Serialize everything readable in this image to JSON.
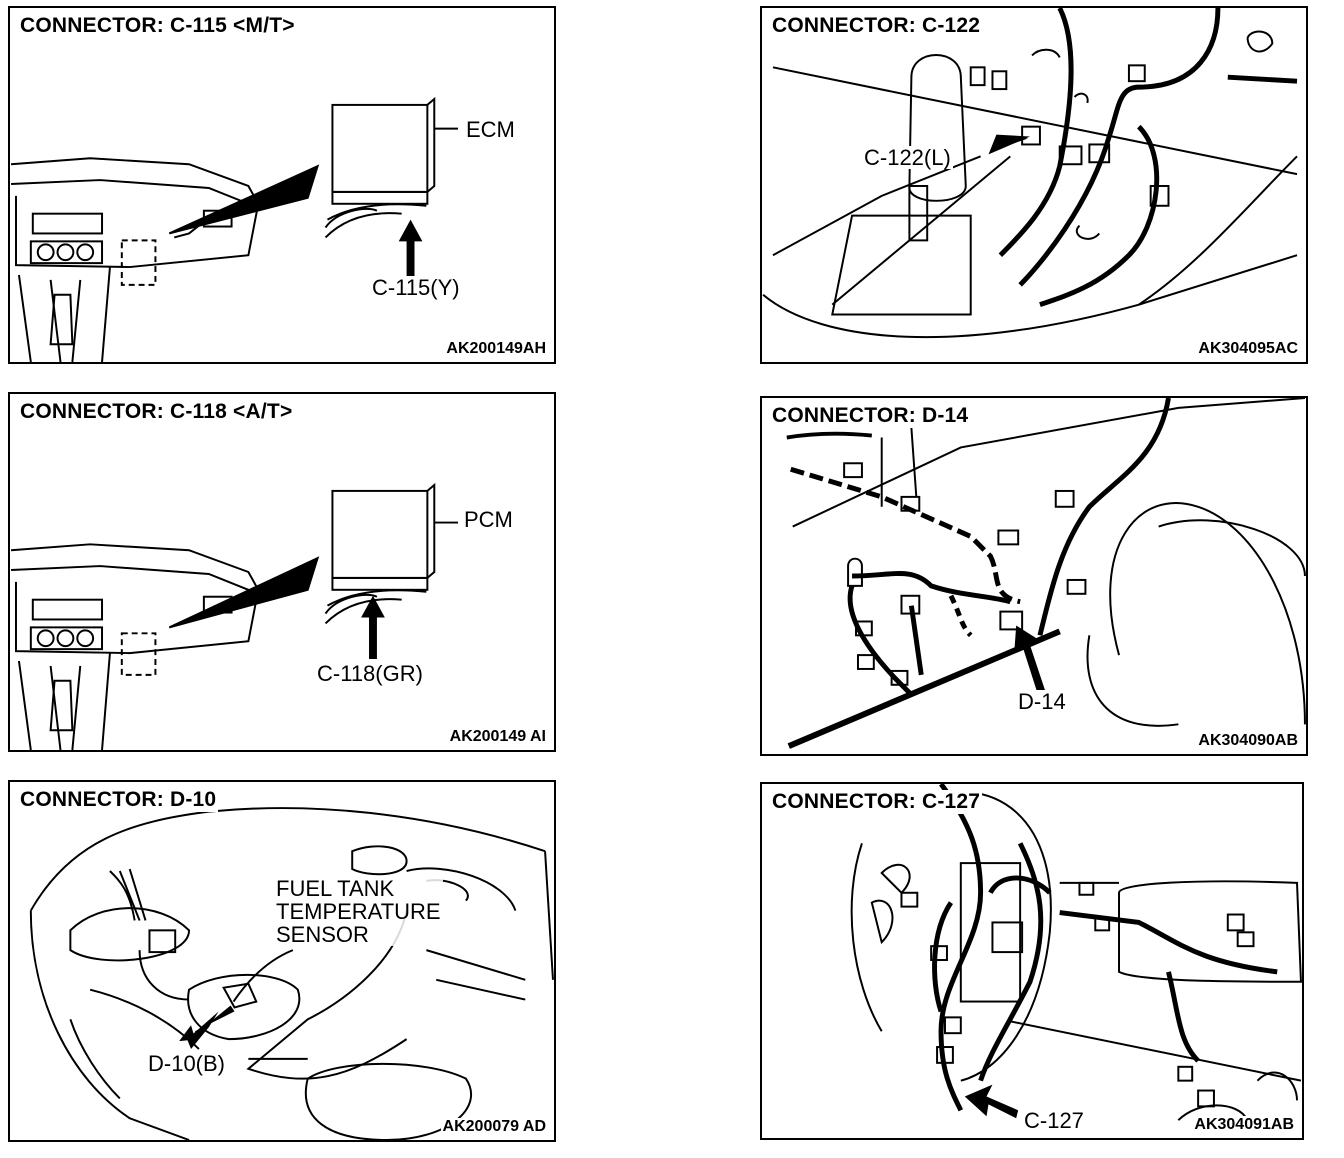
{
  "panels": {
    "c115": {
      "title": "CONNECTOR: C-115 <M/T>",
      "module_label": "ECM",
      "callout": "C-115(Y)",
      "code": "AK200149AH"
    },
    "c122": {
      "title": "CONNECTOR: C-122",
      "callout": "C-122(L)",
      "code": "AK304095AC"
    },
    "c118": {
      "title": "CONNECTOR: C-118 <A/T>",
      "module_label": "PCM",
      "callout": "C-118(GR)",
      "code": "AK200149 AI"
    },
    "d14": {
      "title": "CONNECTOR: D-14",
      "callout": "D-14",
      "code": "AK304090AB"
    },
    "d10": {
      "title": "CONNECTOR: D-10",
      "component_label": "FUEL TANK\nTEMPERATURE\nSENSOR",
      "callout": "D-10(B)",
      "code": "AK200079 AD"
    },
    "c127": {
      "title": "CONNECTOR: C-127",
      "callout": "C-127",
      "code": "AK304091AB"
    }
  }
}
